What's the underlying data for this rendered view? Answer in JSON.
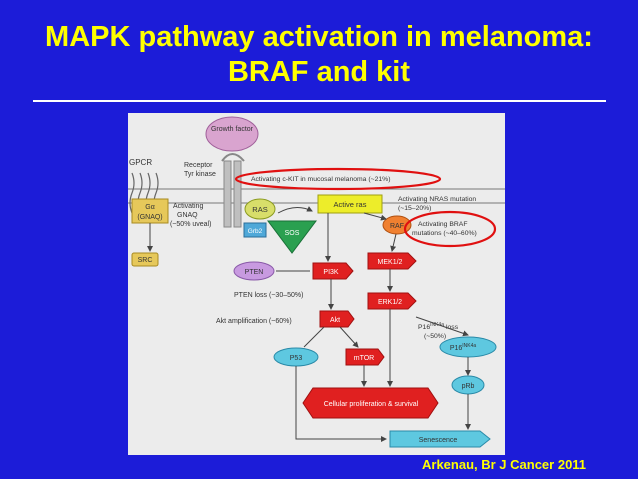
{
  "slide": {
    "title_line1": "MAPK pathway activation in melanoma:",
    "title_line2": "BRAF and kit",
    "citation": "Arkenau, Br J Cancer 2011"
  },
  "colors": {
    "background": "#1c1cd8",
    "title": "#ffff00",
    "figure_bg": "#ececec",
    "highlight_ellipse": "#e01010"
  },
  "diagram": {
    "growth_factor": "Growth factor",
    "gpcr": "GPCR",
    "receptor": "Receptor",
    "tyr_kinase": "Tyr kinase",
    "ckit_annotation": "Activating c-KIT in mucosal melanoma (~21%)",
    "ga": "Gα",
    "gnaq": "(GNAQ)",
    "activating_gnaq_1": "Activating",
    "activating_gnaq_2": "GNAQ",
    "activating_gnaq_3": "(~50% uveal)",
    "ras": "RAS",
    "grb2": "Grb2",
    "sos": "SOS",
    "active_ras": "Active ras",
    "nras_1": "Activating NRAS mutation",
    "nras_2": "(~15–20%)",
    "raf": "RAF",
    "braf_1": "Activating BRAF",
    "braf_2": "mutations (~40–60%)",
    "src": "SRC",
    "pten": "PTEN",
    "pi3k": "PI3K",
    "mek": "MEK1/2",
    "pten_loss": "PTEN loss (~30–50%)",
    "erk": "ERK1/2",
    "akt_amp": "Akt amplification (~60%)",
    "akt": "Akt",
    "p16_loss_1": "P16",
    "p16_loss_sup": "INK4a",
    "p16_loss_2": "loss",
    "p16_loss_3": "(~50%)",
    "p16": "P16",
    "p16_sup": "INK4a",
    "p53": "P53",
    "mtor": "mTOR",
    "prb": "pRb",
    "proliferation": "Cellular proliferation & survival",
    "senescence": "Senescence"
  }
}
